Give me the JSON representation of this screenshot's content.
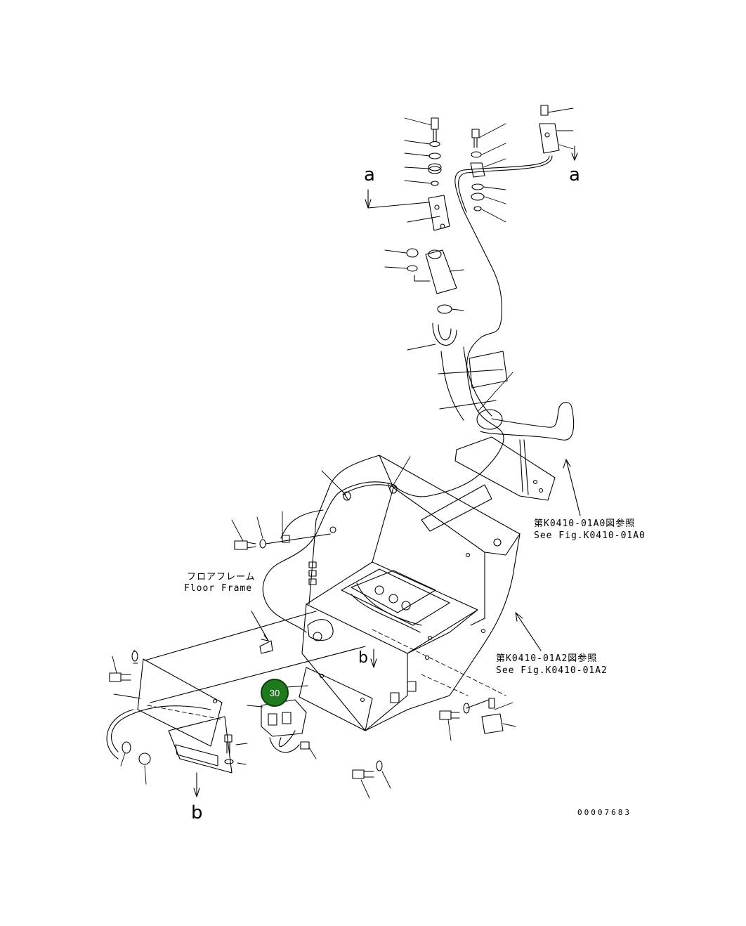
{
  "references": {
    "k0410_01a0_jp": "第K0410-01A0図参照",
    "k0410_01a0_en": "See Fig.K0410-01A0",
    "k0410_01a2_jp": "第K0410-01A2図参照",
    "k0410_01a2_en": "See Fig.K0410-01A2"
  },
  "floor_frame": {
    "jp": "フロアフレーム",
    "en": "Floor Frame"
  },
  "view_markers": {
    "a_left": "a",
    "a_right": "a",
    "b_lower": "b",
    "b_center": "b"
  },
  "callout": {
    "label": "30",
    "color": "#1f7a1f"
  },
  "document_number": "00007683",
  "colors": {
    "line": "#000000",
    "background": "#ffffff",
    "callout_fill": "#1f7a1f"
  }
}
